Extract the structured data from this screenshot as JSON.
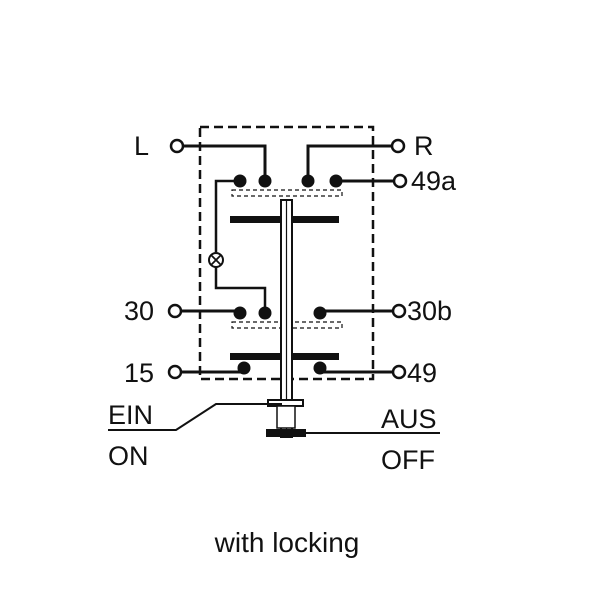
{
  "diagram": {
    "terminals": {
      "left_top": "L",
      "right_top": "R",
      "right_2": "49a",
      "left_mid": "30",
      "right_mid": "30b",
      "left_bottom": "15",
      "right_bottom": "49"
    },
    "positions": {
      "on_de": "EIN",
      "on_en": "ON",
      "off_de": "AUS",
      "off_en": "OFF"
    },
    "caption": "with locking"
  }
}
